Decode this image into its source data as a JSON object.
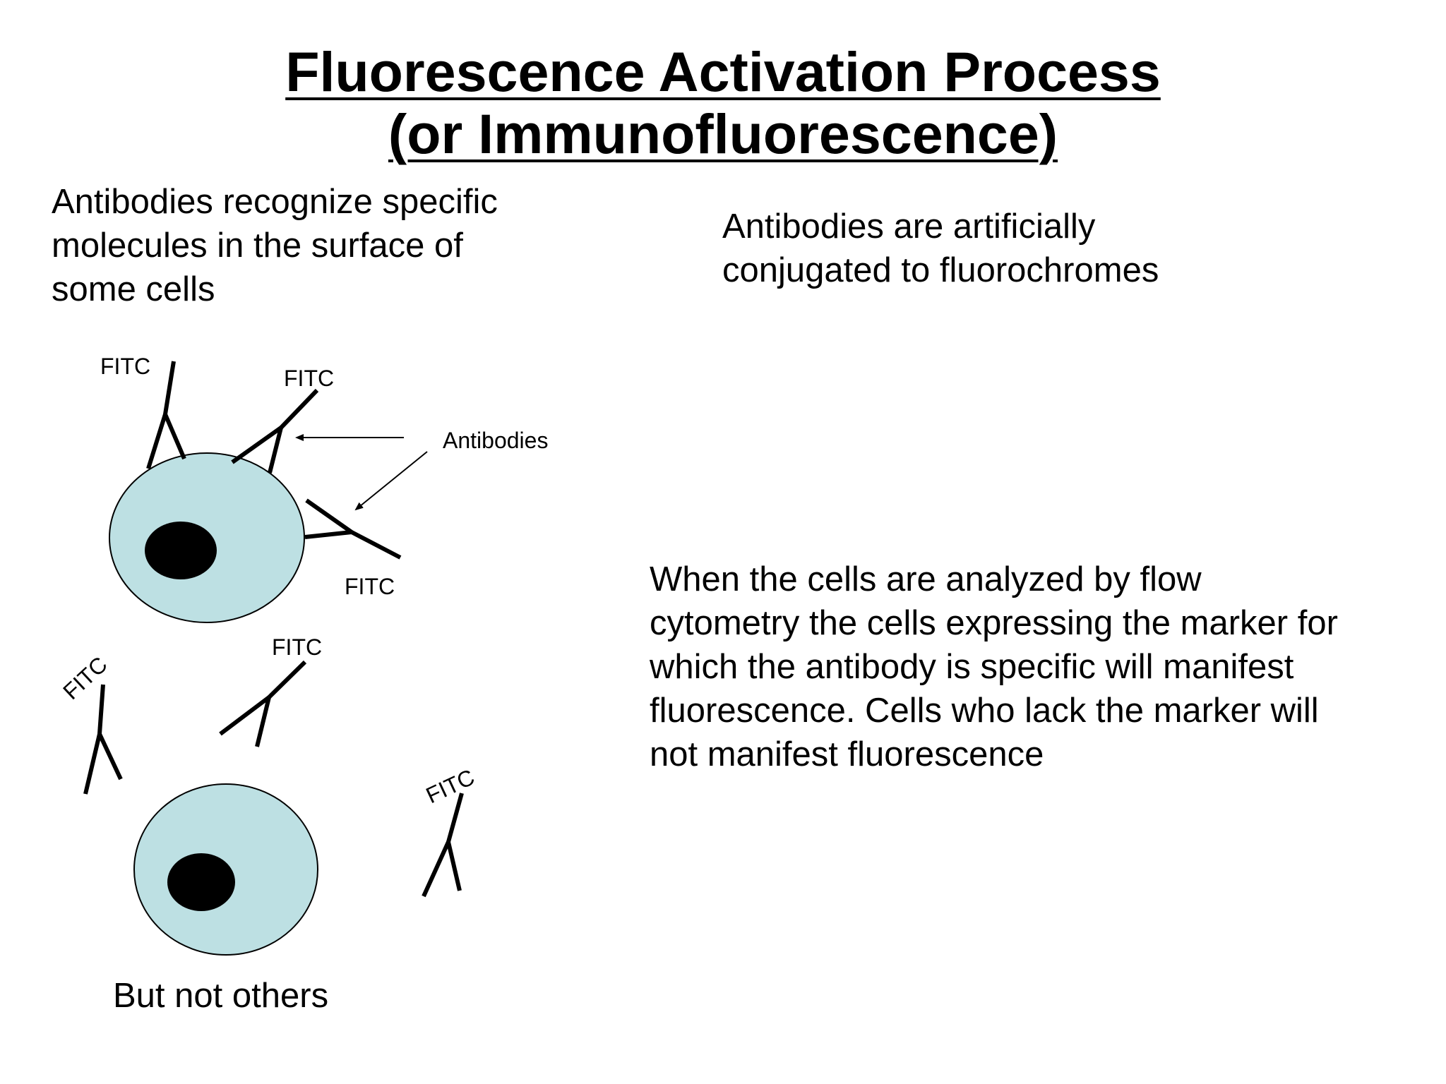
{
  "slide": {
    "title_line1": "Fluorescence Activation Process",
    "title_line2": "(or Immunofluorescence)",
    "intro_text": "Antibodies recognize specific\nmolecules in the surface of\nsome cells",
    "conjugation_text": "Antibodies are artificially\nconjugated to fluorochromes",
    "flow_text": "When the cells are analyzed by flow\ncytometry the cells expressing the marker for\nwhich the antibody is specific will manifest\nfluorescence. Cells who lack the marker will\nnot manifest fluorescence",
    "but_not_others": "But not others"
  },
  "diagram": {
    "fluorochrome_label": "FITC",
    "antibodies_label": "Antibodies",
    "colors": {
      "cell_fill": "#bde0e3",
      "nucleus_fill": "#000000",
      "stroke": "#000000"
    }
  }
}
